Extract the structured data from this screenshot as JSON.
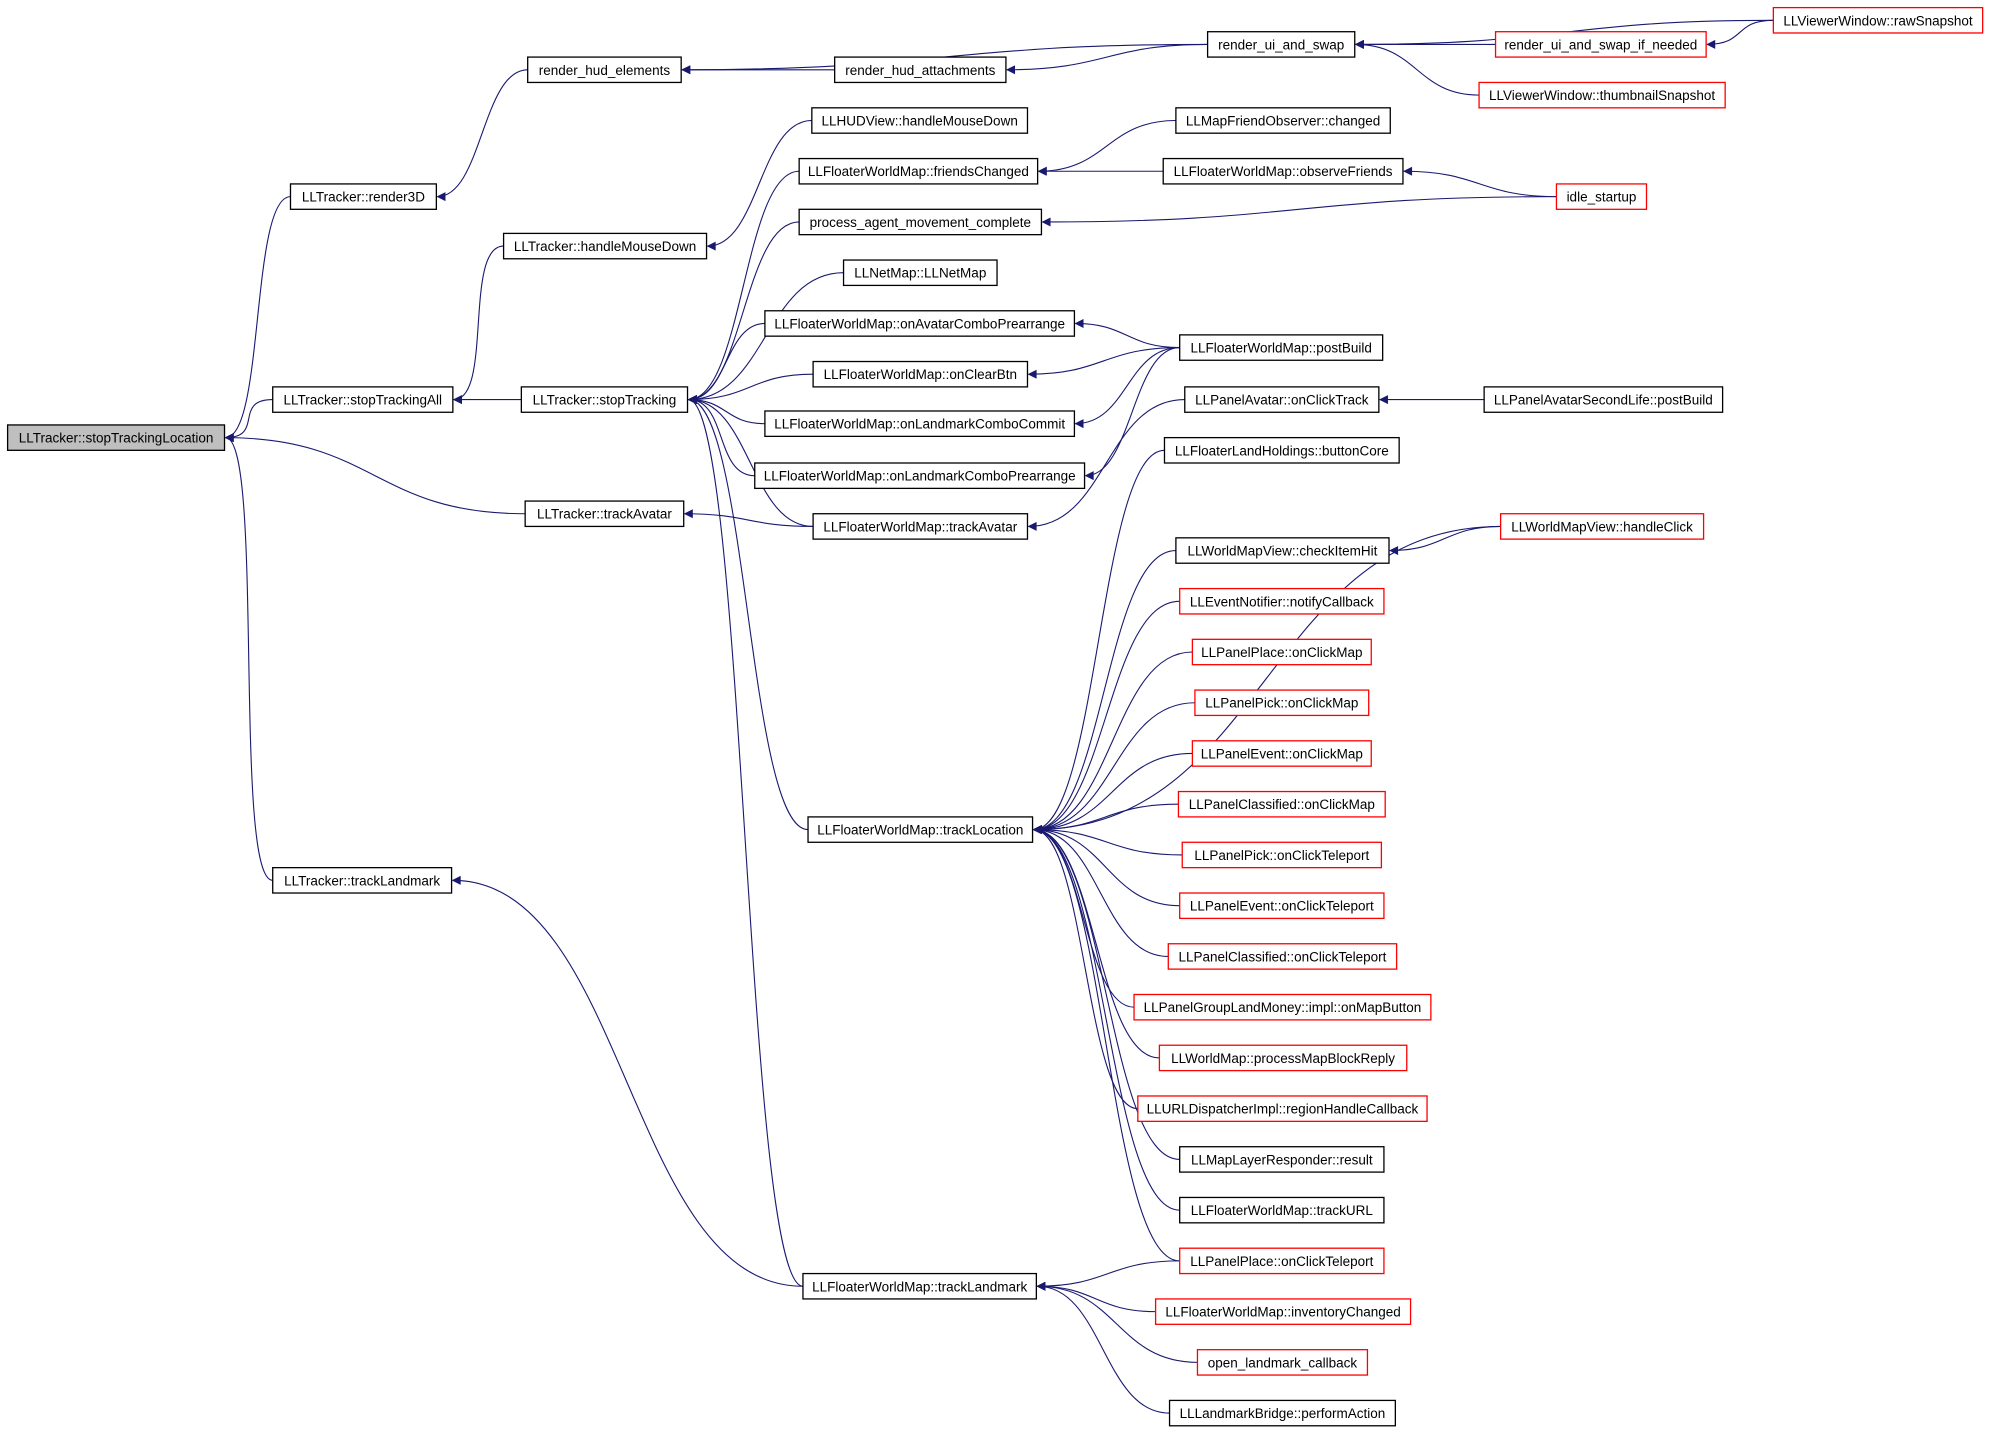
{
  "colors": {
    "edge": "#191970",
    "node_border": "#000000",
    "external_border": "#ff0000",
    "focus_fill": "#bfbfbf",
    "node_fill": "#ffffff"
  },
  "nodes": {
    "stopTrackingLocation": {
      "label": "LLTracker::stopTrackingLocation",
      "style": "focus"
    },
    "render3D": {
      "label": "LLTracker::render3D",
      "style": "normal"
    },
    "stopTrackingAll": {
      "label": "LLTracker::stopTrackingAll",
      "style": "normal"
    },
    "trackAvatar": {
      "label": "LLTracker::trackAvatar",
      "style": "normal"
    },
    "trackLandmark": {
      "label": "LLTracker::trackLandmark",
      "style": "normal"
    },
    "render_hud_elements": {
      "label": "render_hud_elements",
      "style": "normal"
    },
    "handleMouseDown": {
      "label": "LLTracker::handleMouseDown",
      "style": "normal"
    },
    "stopTracking": {
      "label": "LLTracker::stopTracking",
      "style": "normal"
    },
    "render_hud_attachments": {
      "label": "render_hud_attachments",
      "style": "normal"
    },
    "render_ui_and_swap": {
      "label": "render_ui_and_swap",
      "style": "normal"
    },
    "render_ui_and_swap_if_needed": {
      "label": "render_ui_and_swap_if_needed",
      "style": "external"
    },
    "rawSnapshot": {
      "label": "LLViewerWindow::rawSnapshot",
      "style": "external"
    },
    "thumbnailSnapshot": {
      "label": "LLViewerWindow::thumbnailSnapshot",
      "style": "external"
    },
    "hudHandleMouseDown": {
      "label": "LLHUDView::handleMouseDown",
      "style": "normal"
    },
    "friendsChanged": {
      "label": "LLFloaterWorldMap::friendsChanged",
      "style": "normal"
    },
    "mapFriendChanged": {
      "label": "LLMapFriendObserver::changed",
      "style": "normal"
    },
    "observeFriends": {
      "label": "LLFloaterWorldMap::observeFriends",
      "style": "normal"
    },
    "idle_startup": {
      "label": "idle_startup",
      "style": "external"
    },
    "process_agent": {
      "label": "process_agent_movement_complete",
      "style": "normal"
    },
    "llnetmap": {
      "label": "LLNetMap::LLNetMap",
      "style": "normal"
    },
    "onAvatarCombo": {
      "label": "LLFloaterWorldMap::onAvatarComboPrearrange",
      "style": "normal"
    },
    "postBuild": {
      "label": "LLFloaterWorldMap::postBuild",
      "style": "normal"
    },
    "onClearBtn": {
      "label": "LLFloaterWorldMap::onClearBtn",
      "style": "normal"
    },
    "panelAvatarTrack": {
      "label": "LLPanelAvatar::onClickTrack",
      "style": "normal"
    },
    "secondLifePostBuild": {
      "label": "LLPanelAvatarSecondLife::postBuild",
      "style": "normal"
    },
    "onLandmarkCommit": {
      "label": "LLFloaterWorldMap::onLandmarkComboCommit",
      "style": "normal"
    },
    "landHoldings": {
      "label": "LLFloaterLandHoldings::buttonCore",
      "style": "normal"
    },
    "onLandmarkPrearrange": {
      "label": "LLFloaterWorldMap::onLandmarkComboPrearrange",
      "style": "normal"
    },
    "fwmTrackAvatar": {
      "label": "LLFloaterWorldMap::trackAvatar",
      "style": "normal"
    },
    "wmvHandleClick": {
      "label": "LLWorldMapView::handleClick",
      "style": "external"
    },
    "checkItemHit": {
      "label": "LLWorldMapView::checkItemHit",
      "style": "normal"
    },
    "notifyCallback": {
      "label": "LLEventNotifier::notifyCallback",
      "style": "external"
    },
    "placeClickMap": {
      "label": "LLPanelPlace::onClickMap",
      "style": "external"
    },
    "pickClickMap": {
      "label": "LLPanelPick::onClickMap",
      "style": "external"
    },
    "eventClickMap": {
      "label": "LLPanelEvent::onClickMap",
      "style": "external"
    },
    "classifiedClickMap": {
      "label": "LLPanelClassified::onClickMap",
      "style": "external"
    },
    "fwmTrackLocation": {
      "label": "LLFloaterWorldMap::trackLocation",
      "style": "normal"
    },
    "pickTeleport": {
      "label": "LLPanelPick::onClickTeleport",
      "style": "external"
    },
    "eventTeleport": {
      "label": "LLPanelEvent::onClickTeleport",
      "style": "external"
    },
    "classifiedTeleport": {
      "label": "LLPanelClassified::onClickTeleport",
      "style": "external"
    },
    "groupLandMoney": {
      "label": "LLPanelGroupLandMoney::impl::onMapButton",
      "style": "external"
    },
    "mapBlockReply": {
      "label": "LLWorldMap::processMapBlockReply",
      "style": "external"
    },
    "urlDispatcher": {
      "label": "LLURLDispatcherImpl::regionHandleCallback",
      "style": "external"
    },
    "mapLayerResult": {
      "label": "LLMapLayerResponder::result",
      "style": "normal"
    },
    "trackURL": {
      "label": "LLFloaterWorldMap::trackURL",
      "style": "normal"
    },
    "placeTeleport": {
      "label": "LLPanelPlace::onClickTeleport",
      "style": "external"
    },
    "fwmTrackLandmark": {
      "label": "LLFloaterWorldMap::trackLandmark",
      "style": "normal"
    },
    "inventoryChanged": {
      "label": "LLFloaterWorldMap::inventoryChanged",
      "style": "external"
    },
    "openLandmark": {
      "label": "open_landmark_callback",
      "style": "external"
    },
    "landmarkBridge": {
      "label": "LLLandmarkBridge::performAction",
      "style": "normal"
    }
  },
  "edges": [
    [
      "render3D",
      "stopTrackingLocation"
    ],
    [
      "stopTrackingAll",
      "stopTrackingLocation"
    ],
    [
      "trackAvatar",
      "stopTrackingLocation"
    ],
    [
      "trackLandmark",
      "stopTrackingLocation"
    ],
    [
      "render_hud_elements",
      "render3D"
    ],
    [
      "handleMouseDown",
      "stopTrackingAll"
    ],
    [
      "stopTracking",
      "stopTrackingAll"
    ],
    [
      "fwmTrackAvatar",
      "trackAvatar"
    ],
    [
      "fwmTrackLandmark",
      "trackLandmark"
    ],
    [
      "render_hud_attachments",
      "render_hud_elements"
    ],
    [
      "render_ui_and_swap",
      "render_hud_elements"
    ],
    [
      "render_ui_and_swap",
      "render_hud_attachments"
    ],
    [
      "rawSnapshot",
      "render_ui_and_swap"
    ],
    [
      "render_ui_and_swap_if_needed",
      "render_ui_and_swap"
    ],
    [
      "thumbnailSnapshot",
      "render_ui_and_swap"
    ],
    [
      "rawSnapshot",
      "render_ui_and_swap_if_needed"
    ],
    [
      "hudHandleMouseDown",
      "handleMouseDown"
    ],
    [
      "friendsChanged",
      "stopTracking"
    ],
    [
      "process_agent",
      "stopTracking"
    ],
    [
      "llnetmap",
      "stopTracking"
    ],
    [
      "onAvatarCombo",
      "stopTracking"
    ],
    [
      "onClearBtn",
      "stopTracking"
    ],
    [
      "onLandmarkCommit",
      "stopTracking"
    ],
    [
      "onLandmarkPrearrange",
      "stopTracking"
    ],
    [
      "fwmTrackAvatar",
      "stopTracking"
    ],
    [
      "fwmTrackLocation",
      "stopTracking"
    ],
    [
      "fwmTrackLandmark",
      "stopTracking"
    ],
    [
      "mapFriendChanged",
      "friendsChanged"
    ],
    [
      "observeFriends",
      "friendsChanged"
    ],
    [
      "idle_startup",
      "observeFriends"
    ],
    [
      "idle_startup",
      "process_agent"
    ],
    [
      "postBuild",
      "onAvatarCombo"
    ],
    [
      "postBuild",
      "onClearBtn"
    ],
    [
      "postBuild",
      "onLandmarkCommit"
    ],
    [
      "postBuild",
      "onLandmarkPrearrange"
    ],
    [
      "secondLifePostBuild",
      "panelAvatarTrack"
    ],
    [
      "panelAvatarTrack",
      "fwmTrackAvatar"
    ],
    [
      "wmvHandleClick",
      "checkItemHit"
    ],
    [
      "landHoldings",
      "fwmTrackLocation"
    ],
    [
      "wmvHandleClick",
      "fwmTrackLocation"
    ],
    [
      "checkItemHit",
      "fwmTrackLocation"
    ],
    [
      "notifyCallback",
      "fwmTrackLocation"
    ],
    [
      "placeClickMap",
      "fwmTrackLocation"
    ],
    [
      "pickClickMap",
      "fwmTrackLocation"
    ],
    [
      "eventClickMap",
      "fwmTrackLocation"
    ],
    [
      "classifiedClickMap",
      "fwmTrackLocation"
    ],
    [
      "pickTeleport",
      "fwmTrackLocation"
    ],
    [
      "eventTeleport",
      "fwmTrackLocation"
    ],
    [
      "classifiedTeleport",
      "fwmTrackLocation"
    ],
    [
      "groupLandMoney",
      "fwmTrackLocation"
    ],
    [
      "mapBlockReply",
      "fwmTrackLocation"
    ],
    [
      "urlDispatcher",
      "fwmTrackLocation"
    ],
    [
      "mapLayerResult",
      "fwmTrackLocation"
    ],
    [
      "trackURL",
      "fwmTrackLocation"
    ],
    [
      "placeTeleport",
      "fwmTrackLocation"
    ],
    [
      "placeTeleport",
      "fwmTrackLandmark"
    ],
    [
      "inventoryChanged",
      "fwmTrackLandmark"
    ],
    [
      "openLandmark",
      "fwmTrackLandmark"
    ],
    [
      "landmarkBridge",
      "fwmTrackLandmark"
    ]
  ]
}
